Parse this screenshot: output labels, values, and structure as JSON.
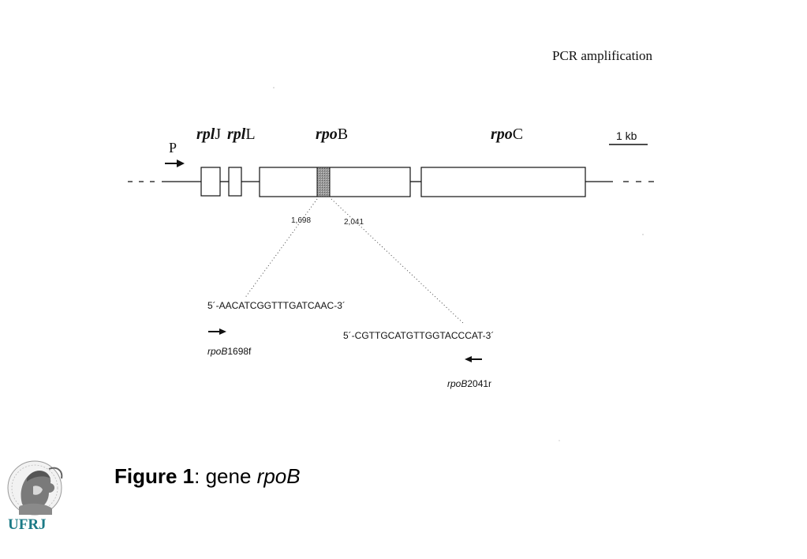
{
  "header": {
    "title": "PCR amplification"
  },
  "genes": [
    {
      "prefix": "rpl",
      "suffix": "J"
    },
    {
      "prefix": "rpl",
      "suffix": "L"
    },
    {
      "prefix": "rpo",
      "suffix": "B"
    },
    {
      "prefix": "rpo",
      "suffix": "C"
    }
  ],
  "promoter": {
    "label": "P"
  },
  "scale": {
    "label": "1 kb"
  },
  "positions": {
    "start": "1,698",
    "end": "2,041"
  },
  "primers": {
    "forward": {
      "sequence": "5´-AACATCGGTTTGATCAAC-3´",
      "name_italic": "rpoB",
      "name_suffix": "1698f"
    },
    "reverse": {
      "sequence": "5´-CGTTGCATGTTGGTACCCAT-3´",
      "name_italic": "rpoB",
      "name_suffix": "2041r"
    }
  },
  "caption": {
    "bold": "Figure 1",
    "middle": ": gene ",
    "italic": "rpoB"
  },
  "logo": {
    "text": "UFRJ",
    "accent_color": "#1c7a86"
  }
}
